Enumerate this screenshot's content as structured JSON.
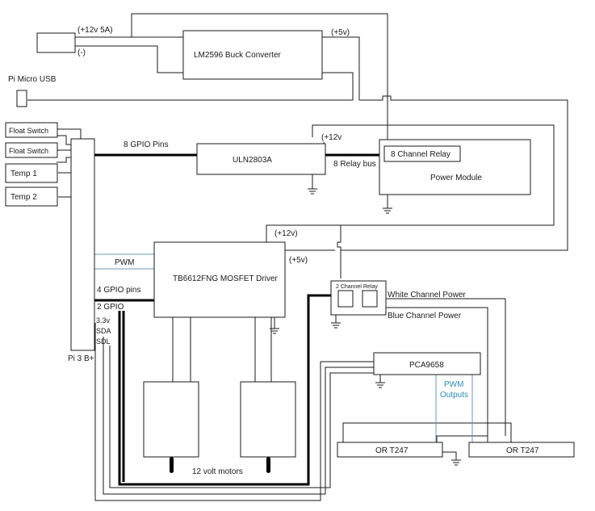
{
  "components": {
    "dc_jack": "(+12v 5A)",
    "dc_jack_neg": "(-)",
    "buck": "LM2596 Buck Converter",
    "buck_out": "(+5v)",
    "pi_usb": "Pi Micro USB",
    "float1": "Float Switch",
    "float2": "Float Switch",
    "temp1": "Temp 1",
    "temp2": "Temp 2",
    "pi_label": "Pi 3 B+",
    "gpio8": "8 GPIO Pins",
    "uln": "ULN2803A",
    "relay_bus": "8 Relay bus",
    "plus12_top": "(+12v",
    "relay8": "8 Channel Relay",
    "power_module": "Power Module",
    "plus12_mid": "(+12v)",
    "plus5_mid": "(+5v)",
    "pwm": "PWM",
    "tb": "TB6612FNG MOSFET Driver",
    "gpio4": "4 GPIO pins",
    "gpio2": "2 GPIO",
    "v33": "3.3v",
    "sda": "SDA",
    "sdl": "SDL",
    "relay2": "2 Channel Relay",
    "white_power": "White Channel Power",
    "blue_power": "Blue Channel Power",
    "pca": "PCA9658",
    "pwm_outputs_1": "PWM",
    "pwm_outputs_2": "Outputs",
    "motors": "12 volt motors",
    "ort1": "OR T247",
    "ort2": "OR T247"
  }
}
